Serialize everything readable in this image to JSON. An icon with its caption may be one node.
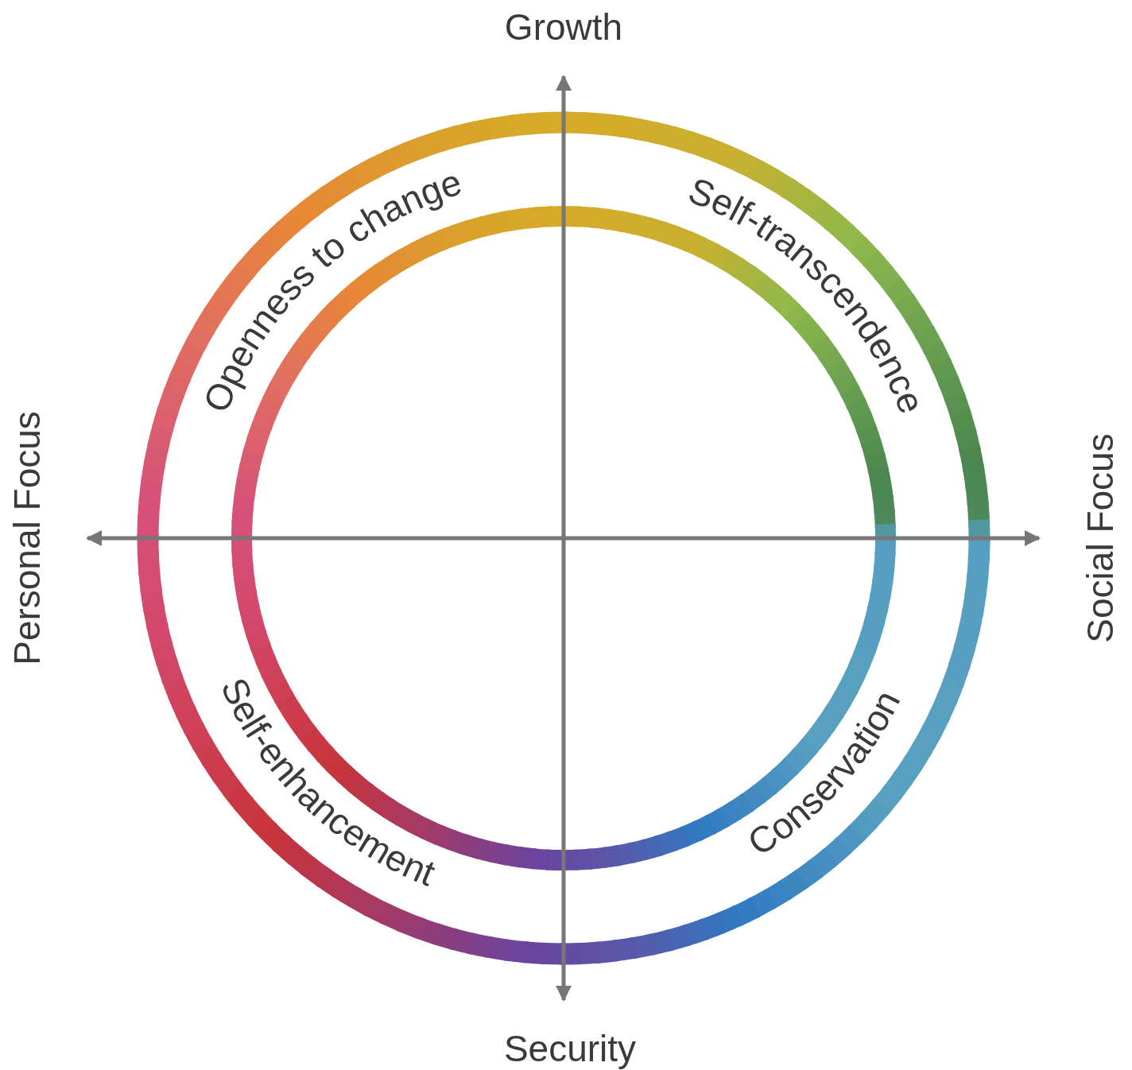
{
  "diagram": {
    "labels": [
      "Growth",
      "Openness to change",
      "Self-transcendence",
      "Personal Focus",
      "Social Focus",
      "Self-enhancement",
      "Conservation",
      "Security"
    ]
  }
}
